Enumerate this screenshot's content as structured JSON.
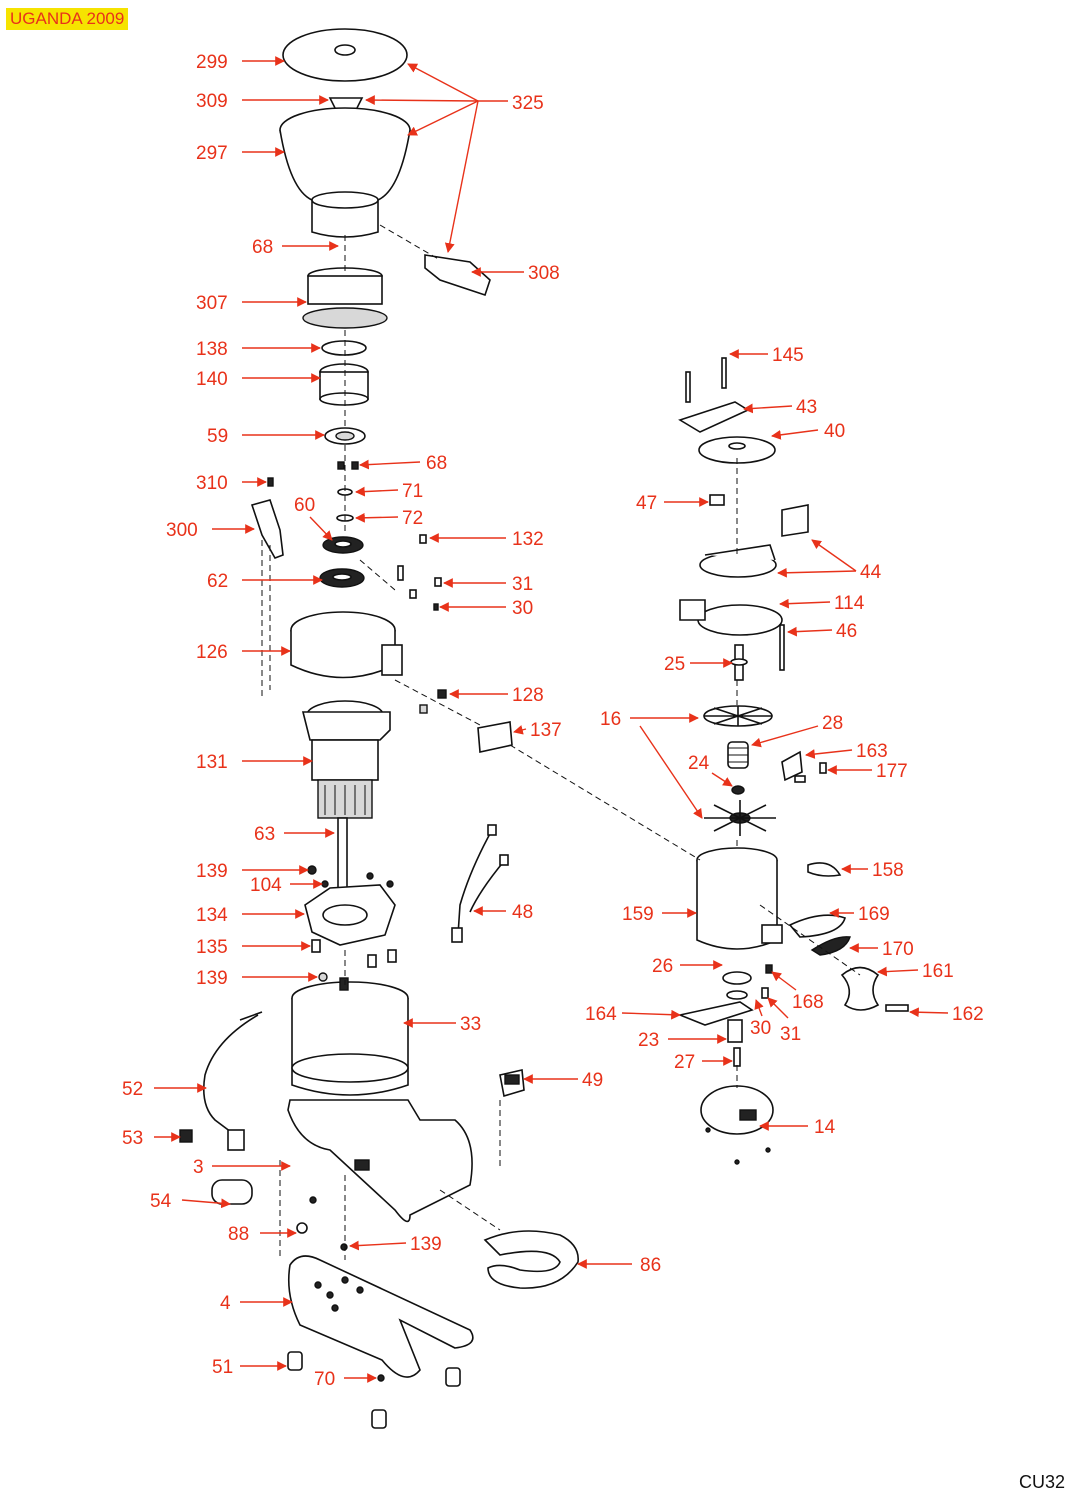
{
  "header": {
    "badge": "UGANDA 2009"
  },
  "footer": {
    "code": "CU32"
  },
  "colors": {
    "label": "#e8321a",
    "badge_bg": "#f6e300",
    "line": "#111111"
  },
  "labels": {
    "l299": "299",
    "l309": "309",
    "l325": "325",
    "l297": "297",
    "l68a": "68",
    "l308": "308",
    "l307": "307",
    "l138": "138",
    "l140": "140",
    "l59": "59",
    "l68b": "68",
    "l310": "310",
    "l71": "71",
    "l300": "300",
    "l60": "60",
    "l72": "72",
    "l132": "132",
    "l62": "62",
    "l31a": "31",
    "l30a": "30",
    "l126": "126",
    "l128": "128",
    "l137": "137",
    "l131": "131",
    "l63": "63",
    "l139a": "139",
    "l104": "104",
    "l48": "48",
    "l134": "134",
    "l135": "135",
    "l139b": "139",
    "l33": "33",
    "l52": "52",
    "l49": "49",
    "l53": "53",
    "l3": "3",
    "l54": "54",
    "l88": "88",
    "l139c": "139",
    "l86": "86",
    "l4": "4",
    "l51": "51",
    "l70": "70",
    "l145": "145",
    "l43": "43",
    "l40": "40",
    "l47": "47",
    "l44": "44",
    "l114": "114",
    "l46": "46",
    "l25": "25",
    "l16": "16",
    "l28": "28",
    "l163": "163",
    "l24": "24",
    "l177": "177",
    "l158": "158",
    "l159": "159",
    "l169": "169",
    "l170": "170",
    "l26": "26",
    "l161": "161",
    "l168": "168",
    "l164": "164",
    "l162": "162",
    "l30b": "30",
    "l31b": "31",
    "l23": "23",
    "l27": "27",
    "l14": "14"
  }
}
